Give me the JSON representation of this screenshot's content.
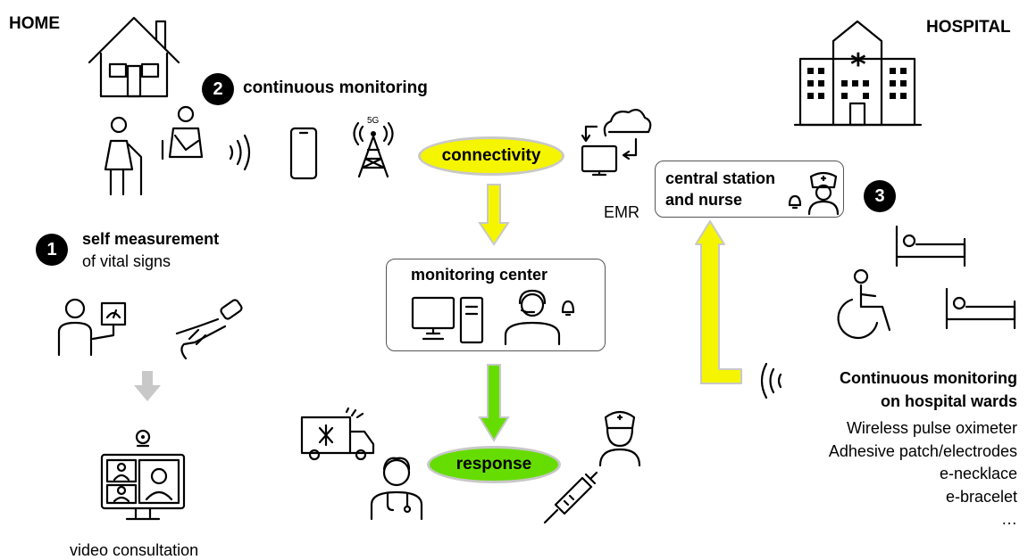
{
  "home": {
    "title": "HOME"
  },
  "hospital": {
    "title": "HOSPITAL"
  },
  "steps": {
    "one": {
      "number": "1",
      "title": "self measurement",
      "subtitle": "of vital signs"
    },
    "two": {
      "number": "2",
      "title": "continuous monitoring"
    },
    "three": {
      "number": "3"
    }
  },
  "video_consultation": {
    "label": "video consultation"
  },
  "connectivity": {
    "label": "connectivity",
    "color": "#f5f500"
  },
  "response": {
    "label": "response",
    "color": "#66dd00"
  },
  "monitoring_center": {
    "title": "monitoring center"
  },
  "central_station": {
    "line1": "central station",
    "line2": "and nurse"
  },
  "emr": {
    "label": "EMR"
  },
  "network": {
    "label": "5G"
  },
  "ward_monitoring": {
    "title_line1": "Continuous monitoring",
    "title_line2": "on hospital wards",
    "items": [
      "Wireless pulse oximeter",
      "Adhesive patch/electrodes",
      "e-necklace",
      "e-bracelet",
      "…"
    ]
  },
  "colors": {
    "yellow_arrow": "#f5f500",
    "green_arrow": "#66dd00",
    "gray_arrow": "#c8c8c8"
  }
}
